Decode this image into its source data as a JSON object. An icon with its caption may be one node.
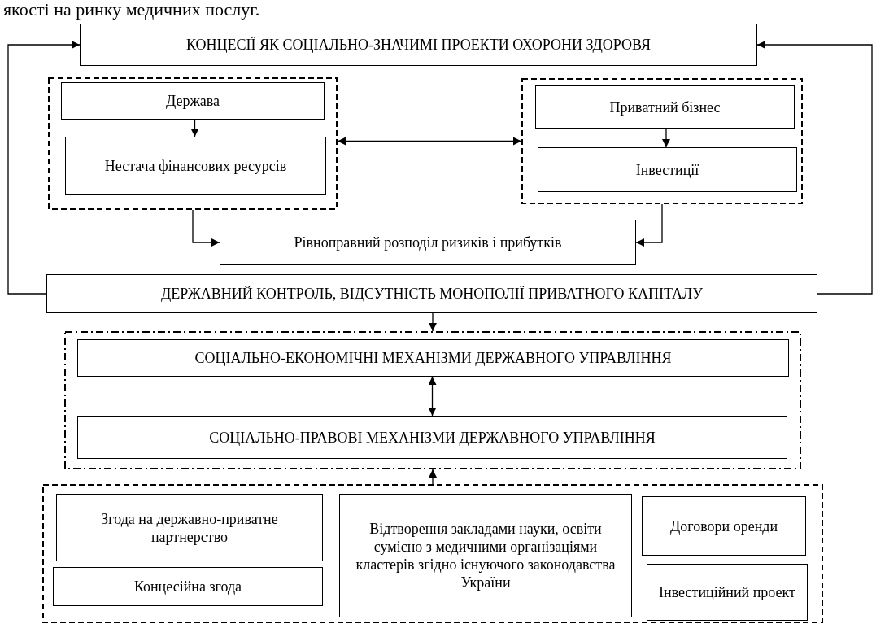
{
  "diagram": {
    "nodes": [
      {
        "text": [
          "КОНЦЕСІЇ ЯК СОЦІАЛЬНО-ЗНАЧИМІ ПРОЕКТИ ОХОРОНИ ЗДОРОВЯ"
        ]
      },
      {
        "text": [],
        "shape": "box"
      },
      {
        "text": [
          "Держава"
        ],
        "in": 1
      },
      {
        "text": [
          "Нестача фінансових ресурсів"
        ],
        "in": 1
      },
      {
        "text": [],
        "shape": "box"
      },
      {
        "text": [
          "Приватний бізнес"
        ],
        "in": 4
      },
      {
        "text": [
          "Інвестиції"
        ],
        "in": 4
      },
      {
        "text": [
          "Рівноправний розподіл ризиків і прибутків"
        ]
      },
      {
        "text": [
          "ДЕРЖАВНИЙ КОНТРОЛЬ, ВІДСУТНІСТЬ МОНОПОЛІЇ ПРИВАТНОГО КАПІТАЛУ"
        ]
      },
      {
        "text": [],
        "shape": "box"
      },
      {
        "text": [
          "СОЦІАЛЬНО-ЕКОНОМІЧНІ МЕХАНІЗМИ ДЕРЖАВНОГО УПРАВЛІННЯ"
        ],
        "in": 9
      },
      {
        "text": [
          "СОЦІАЛЬНО-ПРАВОВІ МЕХАНІЗМИ ДЕРЖАВНОГО УПРАВЛІННЯ"
        ],
        "in": 9
      },
      {
        "text": [],
        "shape": "box"
      },
      {
        "text": [
          "Згода на державно-приватне партнерство"
        ],
        "in": 12
      },
      {
        "text": [
          "Відтворення закладами науки, освіти сумісно з медичними організаціями кластерів згідно існуючого законодавства України"
        ],
        "in": 12
      },
      {
        "text": [
          "Договори оренди"
        ],
        "in": 12
      },
      {
        "text": [
          "Концесійна згода"
        ],
        "in": 12
      },
      {
        "text": [
          "Інвестиційний проект"
        ],
        "in": 12
      }
    ],
    "edges": [
      {
        "from": 8,
        "to": 0,
        "arrow": "to"
      },
      {
        "from": 8,
        "to": 0,
        "arrow": "to"
      },
      {
        "from": 2,
        "to": 3,
        "arrow": "to"
      },
      {
        "from": 5,
        "to": 6,
        "arrow": "to"
      },
      {
        "from": 1,
        "to": 4,
        "arrow": "both"
      },
      {
        "from": 1,
        "to": 7,
        "arrow": "to"
      },
      {
        "from": 4,
        "to": 7,
        "arrow": "to"
      },
      {
        "from": 8,
        "to": 9,
        "arrow": "to"
      },
      {
        "from": 10,
        "to": 11,
        "arrow": "both"
      },
      {
        "from": 12,
        "to": 9,
        "arrow": "to"
      }
    ],
    "labels": [
      "якості на ринку медичних послуг."
    ]
  }
}
